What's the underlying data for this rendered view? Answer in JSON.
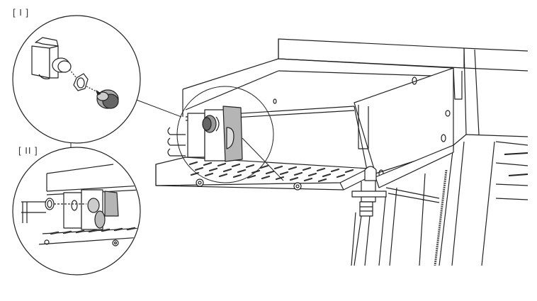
{
  "diagram": {
    "type": "technical assembly illustration",
    "callouts": [
      {
        "id": "I",
        "label": "[ I ]",
        "description": "Igniter module with lock nut and knob exploded along dashed axis"
      },
      {
        "id": "II",
        "label": "[ II ]",
        "description": "Igniter installed in side panel bracket, knob aligned through panel hole"
      }
    ],
    "colors": {
      "line": "#222222",
      "fill_gray": "#b5b5b5",
      "background": "#ffffff"
    }
  }
}
